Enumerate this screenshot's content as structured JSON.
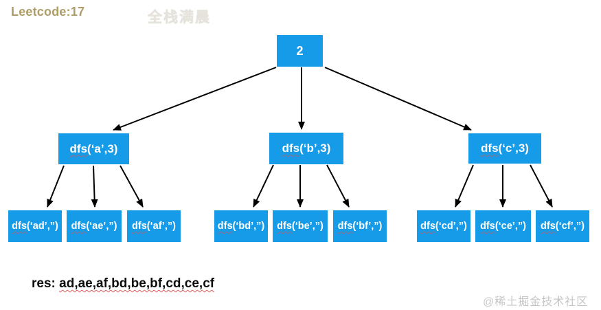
{
  "page": {
    "title": "Leetcode:17",
    "watermark_top": "全栈满晨",
    "watermark_bottom": "@稀土掘金技术社区"
  },
  "colors": {
    "node_blue": "#169be9",
    "title_tan": "#ae9d68",
    "arrow": "#000000"
  },
  "tree": {
    "root": {
      "label": "2"
    },
    "level2": [
      {
        "fn": "dfs",
        "args": "(‘a’,3)"
      },
      {
        "fn": "dfs",
        "args": "(‘b’,3)"
      },
      {
        "fn": "dfs",
        "args": "(‘c’,3)"
      }
    ],
    "leaves": [
      {
        "fn": "dfs",
        "args": "(‘ad’,”)"
      },
      {
        "fn": "dfs",
        "args": "(‘ae’,”)"
      },
      {
        "fn": "dfs",
        "args": "(‘af’,”)"
      },
      {
        "fn": "dfs",
        "args": "(‘bd’,”)"
      },
      {
        "fn": "dfs",
        "args": "(‘be’,”)"
      },
      {
        "fn": "dfs",
        "args": "(‘bf’,”)"
      },
      {
        "fn": "dfs",
        "args": "(‘cd’,”)"
      },
      {
        "fn": "dfs",
        "args": "(‘ce’,”)"
      },
      {
        "fn": "dfs",
        "args": "(‘cf’,”)"
      }
    ]
  },
  "result": {
    "label": "res:",
    "value": "ad,ae,af,bd,be,bf,cd,ce,cf"
  }
}
